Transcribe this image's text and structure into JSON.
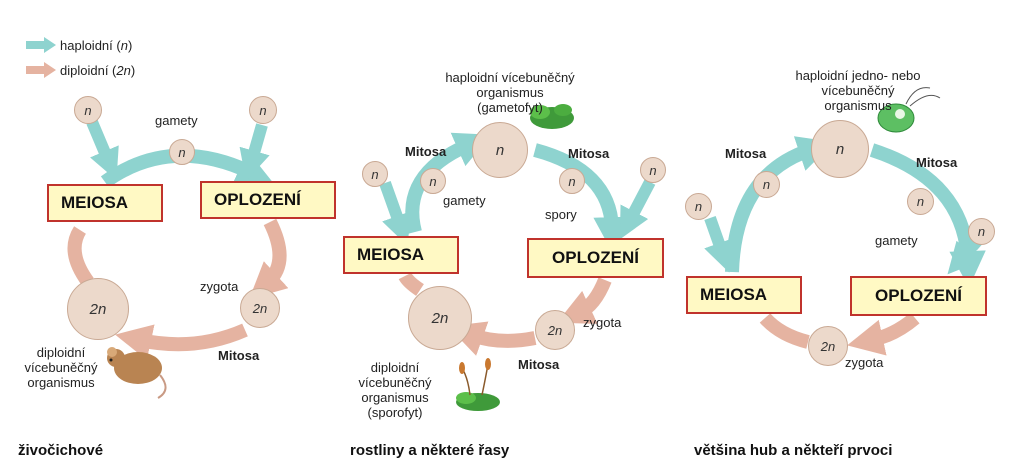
{
  "legend": {
    "haploid": "haploidní",
    "haploid_n": "n",
    "diploid": "diploidní",
    "diploid_n": "2n",
    "colors": {
      "haploid": "#8ed3cf",
      "diploid": "#e5b3a1"
    }
  },
  "panels": [
    {
      "caption": "živočichové",
      "meiosis": "MEIOSA",
      "fertilization": "OPLOZENÍ",
      "gametes": "gamety",
      "zygote": "zygota",
      "mitosis": "Mitosa",
      "organism": [
        "diploidní",
        "vícebuněčný",
        "organismus"
      ]
    },
    {
      "caption": "rostliny a některé řasy",
      "meiosis": "MEIOSA",
      "fertilization": "OPLOZENÍ",
      "haploid_org": [
        "haploidní vícebuněčný",
        "organismus",
        "(gametofyt)"
      ],
      "mitosis_left": "Mitosa",
      "mitosis_right": "Mitosa",
      "gametes": "gamety",
      "spores": "spory",
      "zygote": "zygota",
      "mitosis_bottom": "Mitosa",
      "diploid_org": [
        "diploidní",
        "vícebuněčný",
        "organismus",
        "(sporofyt)"
      ]
    },
    {
      "caption": "většina hub a někteří prvoci",
      "meiosis": "MEIOSA",
      "fertilization": "OPLOZENÍ",
      "haploid_org": [
        "haploidní jedno- nebo",
        "vícebuněčný",
        "organismus"
      ],
      "mitosis_left": "Mitosa",
      "mitosis_right": "Mitosa",
      "gametes": "gamety",
      "zygote": "zygota"
    }
  ],
  "cell_labels": {
    "n": "n",
    "two_n": "2n"
  }
}
